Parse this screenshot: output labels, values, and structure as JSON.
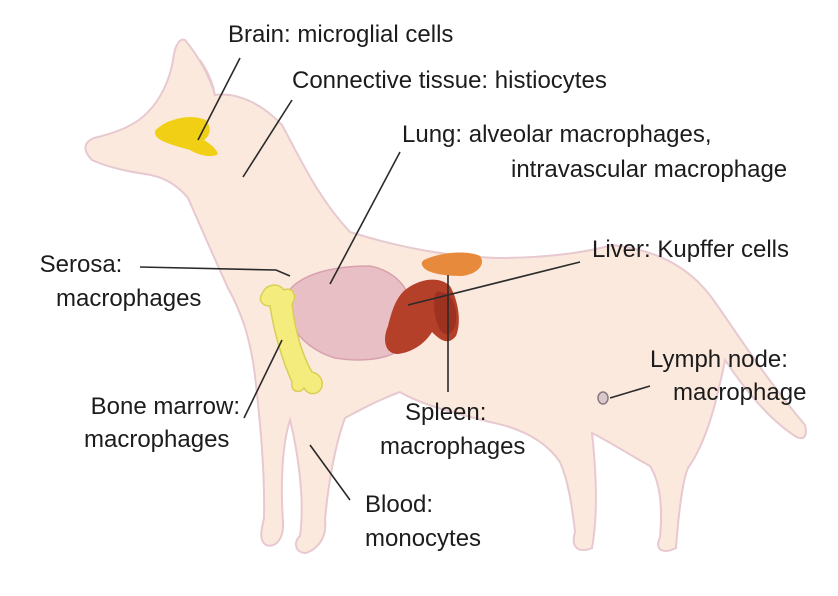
{
  "colors": {
    "body_fill": "#fbe9de",
    "body_outline": "#e7c9cf",
    "lung": "#e9bfc6",
    "liver": "#b5402a",
    "spleen": "#e88a3c",
    "brain": "#f0cf14",
    "bone": "#f5ec7e",
    "leader": "#2a2a2a"
  },
  "labels": {
    "brain": "Brain: microglial cells",
    "connective": "Connective tissue: histiocytes",
    "lung_1": "Lung: alveolar macrophages,",
    "lung_2": "intravascular macrophage",
    "liver": "Liver: Kupffer cells",
    "serosa_1": "Serosa:",
    "serosa_2": "macrophages",
    "lymph_1": "Lymph node:",
    "lymph_2": "macrophage",
    "bone_1": "Bone marrow:",
    "bone_2": "macrophages",
    "spleen_1": "Spleen:",
    "spleen_2": "macrophages",
    "blood_1": "Blood:",
    "blood_2": "monocytes"
  }
}
